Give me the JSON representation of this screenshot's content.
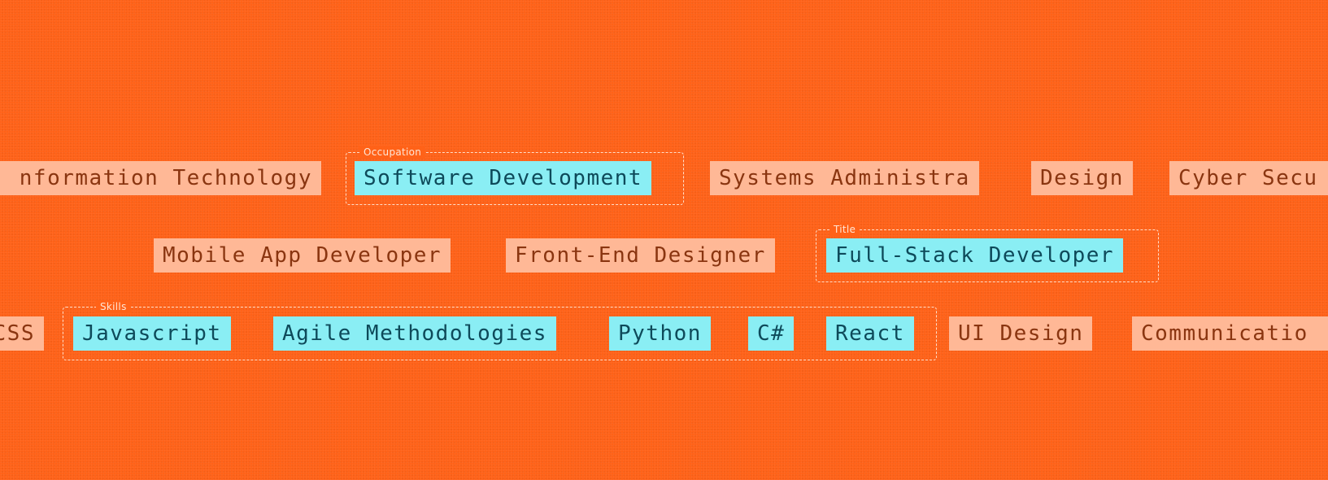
{
  "rows": {
    "row1": [
      "nformation Technology",
      "Software Development",
      "Systems Administra",
      "Design",
      "Cyber Secu"
    ],
    "row2": [
      "Mobile App Developer",
      "Front-End Designer",
      "Full-Stack Developer"
    ],
    "row3": [
      "CSS",
      "Javascript",
      "Agile Methodologies",
      "Python",
      "C#",
      "React",
      "UI Design",
      "Communicatio"
    ]
  },
  "groups": {
    "occupation": "Occupation",
    "title": "Title",
    "skills": "Skills"
  },
  "colors": {
    "background": "#ff6218",
    "plain_tag": "#ffb896",
    "plain_text": "#8a3510",
    "highlight_tag": "#8aeef4",
    "highlight_text": "#0e4a5a"
  }
}
